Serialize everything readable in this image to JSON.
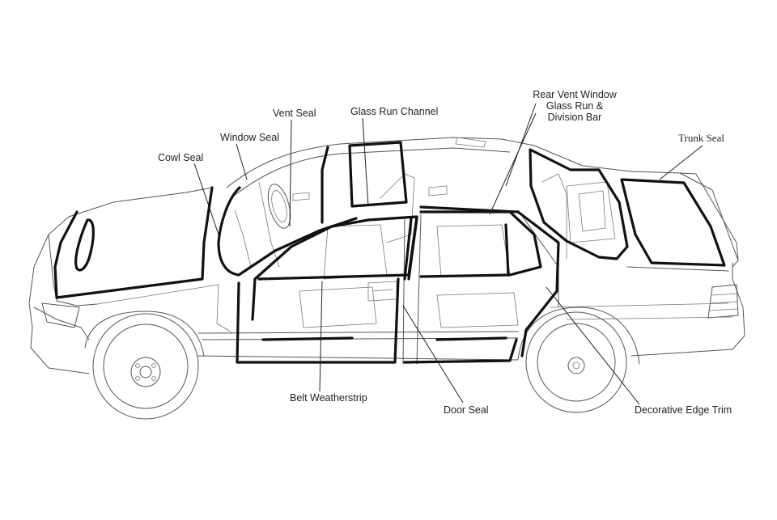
{
  "labels": {
    "vent_seal": "Vent Seal",
    "glass_run_channel": "Glass Run Channel",
    "rear_vent_line1": "Rear Vent Window",
    "rear_vent_line2": "Glass Run &",
    "rear_vent_line3": "Division Bar",
    "window_seal": "Window Seal",
    "cowl_seal": "Cowl Seal",
    "trunk_seal": "Trunk Seal",
    "belt_weatherstrip": "Belt Weatherstrip",
    "door_seal": "Door Seal",
    "decorative_edge_trim": "Decorative Edge Trim"
  },
  "colors": {
    "seal": "#111111",
    "outline": "#555555",
    "background": "#ffffff"
  }
}
